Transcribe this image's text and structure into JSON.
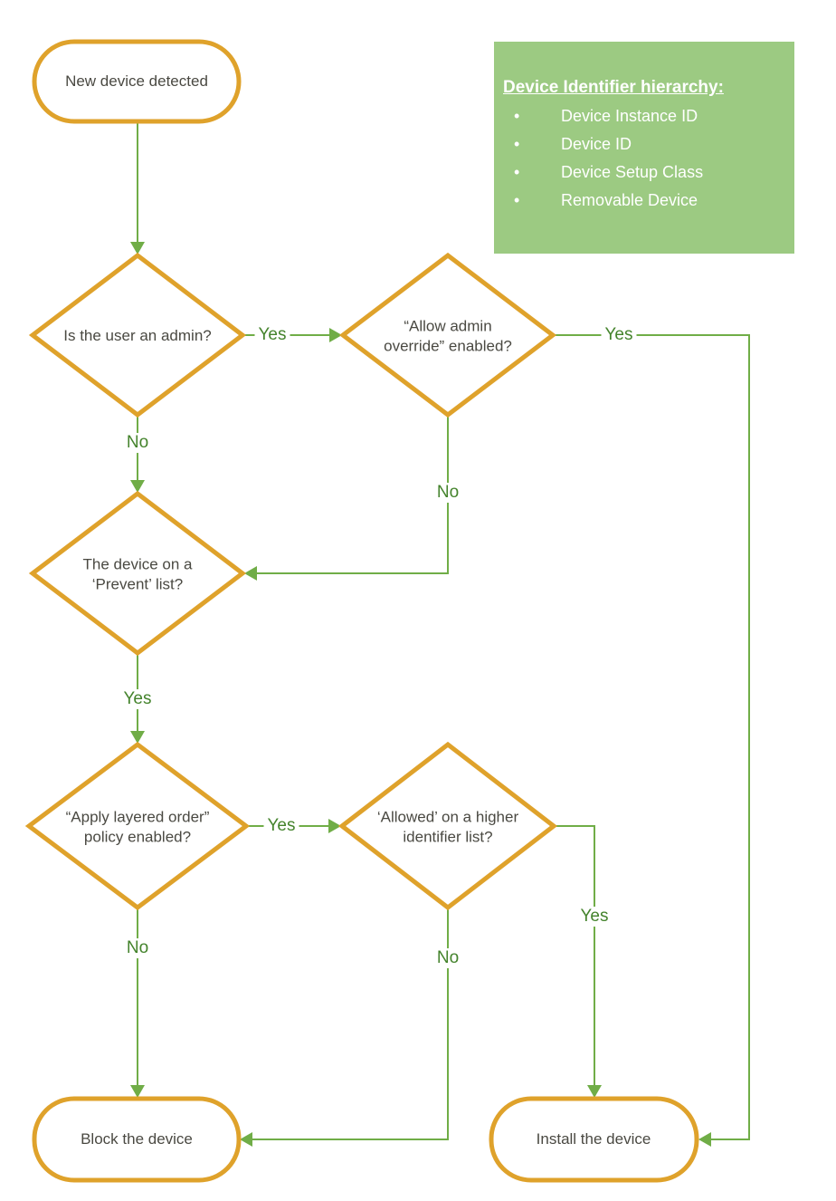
{
  "colors": {
    "shape_border": "#DFA22B",
    "connector_line": "#70AD47",
    "edge_label_text": "#44832C",
    "legend_background": "#9CCA82",
    "node_text": "#4A4942"
  },
  "flowchart": {
    "start_label": "New device detected",
    "decision_admin": "Is the user an admin?",
    "decision_override": "“Allow admin override” enabled?",
    "decision_prevent": "The device on a ‘Prevent’ list?",
    "decision_layered": "“Apply layered order” policy enabled?",
    "decision_higher": "‘Allowed’ on a higher identifier list?",
    "terminal_block": "Block the device",
    "terminal_install": "Install the device",
    "edge_labels": {
      "admin_yes": "Yes",
      "admin_no": "No",
      "override_yes": "Yes",
      "override_no": "No",
      "prevent_yes": "Yes",
      "layered_yes": "Yes",
      "layered_no": "No",
      "higher_yes": "Yes",
      "higher_no": "No"
    }
  },
  "legend": {
    "title": "Device Identifier hierarchy:",
    "items": [
      "Device Instance ID",
      "Device ID",
      "Device Setup Class",
      "Removable Device"
    ]
  }
}
